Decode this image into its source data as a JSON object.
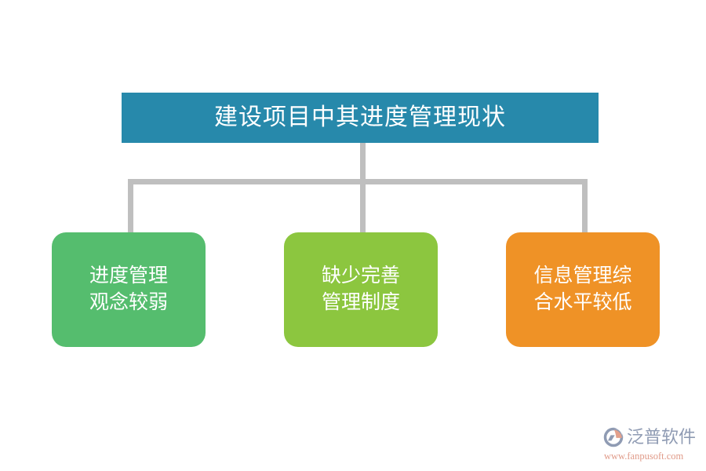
{
  "diagram": {
    "type": "org-tree",
    "root": {
      "label": "建设项目中其进度管理现状",
      "color": "#2789ab",
      "text_color": "#ffffff"
    },
    "connector_color": "#bfbfbf",
    "leaves": [
      {
        "line1": "进度管理",
        "line2": "观念较弱",
        "color": "#55bd6e",
        "text_color": "#ffffff"
      },
      {
        "line1": "缺少完善",
        "line2": "管理制度",
        "color": "#8cc63f",
        "text_color": "#ffffff"
      },
      {
        "line1": "信息管理综",
        "line2": "合水平较低",
        "color": "#ef9226",
        "text_color": "#ffffff"
      }
    ]
  },
  "brand": {
    "name": "泛普软件",
    "url": "www.fanpusoft.com",
    "mark_colors": {
      "primary": "#8f9bb3",
      "accent": "#e3a08c"
    }
  },
  "background": "#ffffff"
}
